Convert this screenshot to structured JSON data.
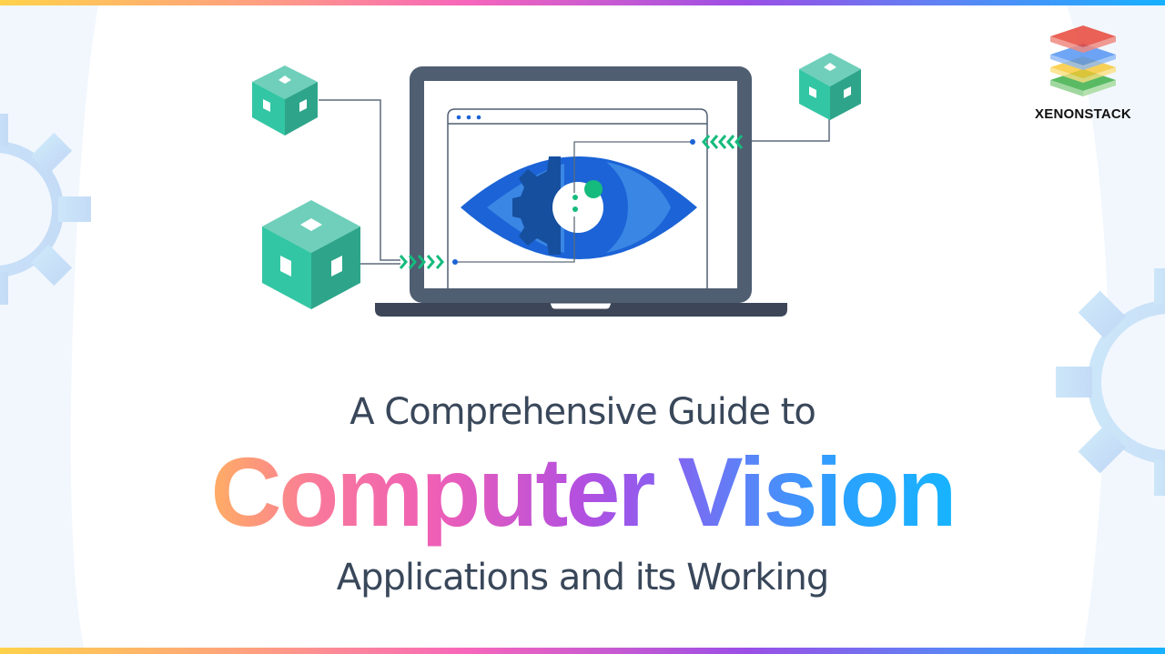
{
  "brand": {
    "name": "XENONSTACK",
    "logo_colors": [
      "#e8473a",
      "#4b8ff2",
      "#f9c730",
      "#3fb04a"
    ]
  },
  "headline": {
    "line1": "A Comprehensive Guide to",
    "line2": "Computer Vision",
    "line3": "Applications and its Working"
  },
  "colors": {
    "title_text": "#39475a",
    "gradient_start": "#ffd24a",
    "gradient_mid": "#f766bb",
    "gradient_purple": "#9b4ee6",
    "gradient_end": "#17b1ff",
    "laptop": "#505e72",
    "eye_blue": "#1b63d6",
    "eye_light": "#3a86e4",
    "gear_dark": "#154f9e",
    "cube_green": "#33c6a4",
    "accent_green": "#15bb7d",
    "bg_gear": "#c6e0f8"
  },
  "icons": [
    "gear-icon",
    "eye-icon",
    "laptop-icon",
    "cube-icon",
    "chevrons-icon",
    "browser-window-icon"
  ]
}
